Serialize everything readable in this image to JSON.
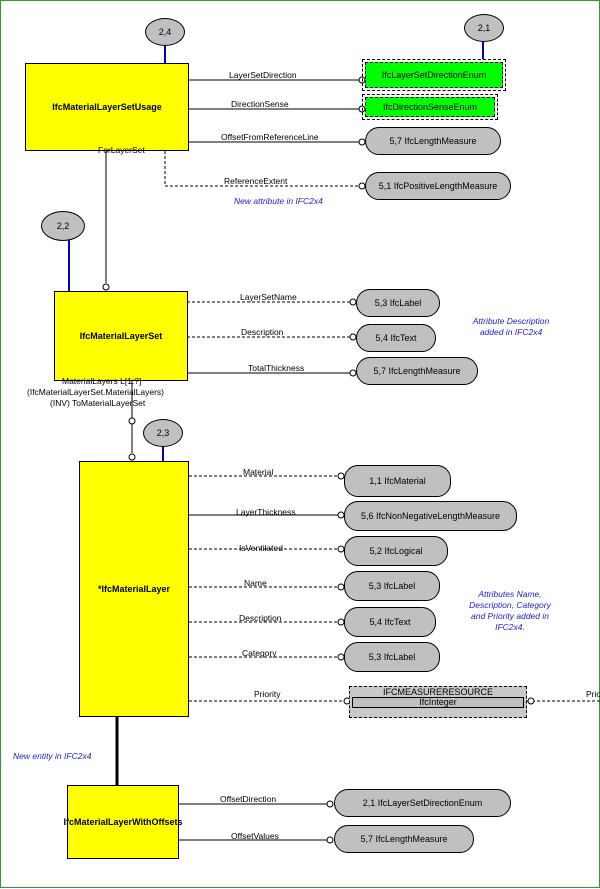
{
  "entities": {
    "usage": "IfcMaterialLayerSetUsage",
    "layer_set": "IfcMaterialLayerSet",
    "layer": "*IfcMaterialLayer",
    "with_offsets": "IfcMaterialLayerWithOffsets"
  },
  "page_refs": {
    "usage": "2,4",
    "layer_set_direction": "2,1",
    "layer_set": "2,2",
    "layer": "2,3"
  },
  "types": {
    "layer_set_direction_enum": "IfcLayerSetDirectionEnum",
    "direction_sense_enum": "IfcDirectionSenseEnum",
    "offset_length": "5,7 IfcLengthMeasure",
    "reference_extent": "5,1 IfcPositiveLengthMeasure",
    "layer_set_name": "5,3 IfcLabel",
    "layer_set_description": "5,4 IfcText",
    "total_thickness": "5,7 IfcLengthMeasure",
    "material": "1,1 IfcMaterial",
    "layer_thickness": "5,6 IfcNonNegativeLengthMeasure",
    "is_ventilated": "5,2 IfcLogical",
    "layer_name": "5,3 IfcLabel",
    "layer_description": "5,4 IfcText",
    "layer_category": "5,3 IfcLabel",
    "offset_direction": "2,1 IfcLayerSetDirectionEnum",
    "offset_values": "5,7 IfcLengthMeasure"
  },
  "select": {
    "title": "IFCMEASURERESOURCE",
    "inner": "IfcInteger"
  },
  "attributes": {
    "layer_set_direction": "LayerSetDirection",
    "direction_sense": "DirectionSense",
    "offset_from_reference_line": "OffsetFromReferenceLine",
    "for_layer_set": "ForLayerSet",
    "reference_extent": "ReferenceExtent",
    "layer_set_name": "LayerSetName",
    "description": "Description",
    "total_thickness": "TotalThickness",
    "material_layers_1": "MaterialLayers L[1:?]",
    "material_layers_2": "(IfcMaterialLayerSet.MaterialLayers)",
    "material_layers_3": "(INV) ToMaterialLayerSet",
    "material": "Material",
    "layer_thickness": "LayerThickness",
    "is_ventilated": "IsVentilated",
    "name": "Name",
    "layer_description": "Description",
    "category": "Category",
    "priority": "Priority",
    "priority_offpage": "Prio",
    "offset_direction": "OffsetDirection",
    "offset_values": "OffsetValues"
  },
  "notes": {
    "new_attribute": "New attribute in IFC2x4",
    "attribute_description": "Attribute Description\nadded in IFC2x4",
    "attributes_added": "Attributes Name,\nDescription, Category\nand Priority added in\nIFC2x4.",
    "new_entity": "New entity in IFC2x4"
  },
  "colors": {
    "entity_fill": "#ffff00",
    "type_fill": "#c0c0c0",
    "enum_fill": "#00ff00",
    "ref_line": "#0000cc",
    "note_text": "#1b1bd6",
    "border": "#2e9b2e"
  }
}
